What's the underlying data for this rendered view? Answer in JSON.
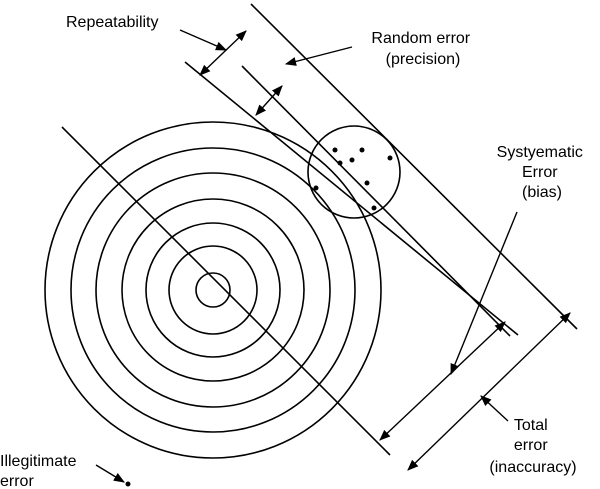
{
  "labels": {
    "repeatability": "Repeatability",
    "random_error_1": "Random error",
    "random_error_2": "(precision)",
    "systematic_1": "Systyematic",
    "systematic_2": "Error",
    "systematic_3": "(bias)",
    "total_1": "Total",
    "total_2": "error",
    "total_3": "(inaccuracy)",
    "illegitimate_1": "Illegitimate",
    "illegitimate_2": "error"
  },
  "target": {
    "ring_count": 7
  },
  "colors": {
    "stroke": "#000000",
    "background": "#ffffff"
  }
}
